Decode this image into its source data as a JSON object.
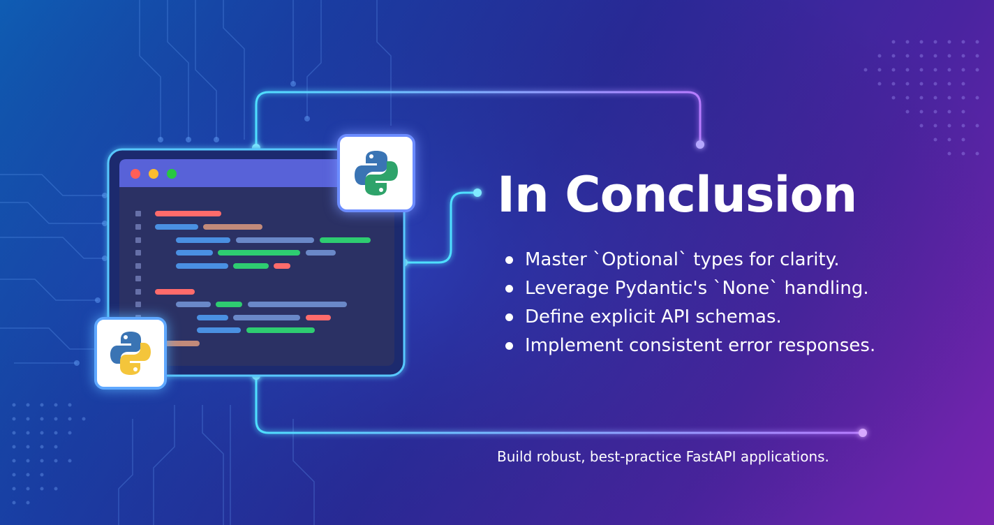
{
  "headline": "In Conclusion",
  "bullets": [
    "Master `Optional` types for clarity.",
    "Leverage Pydantic's `None` handling.",
    "Define explicit API schemas.",
    "Implement consistent error responses."
  ],
  "tagline": "Build robust, best-practice FastAPI applications.",
  "colors": {
    "background_start": "#0f5fb8",
    "background_end": "#7a24b0",
    "neon_cyan": "#4fdfff",
    "neon_purple": "#b77cff",
    "code_red": "#ff6b6b",
    "code_blue": "#4a90e2",
    "code_green": "#2ecc71",
    "code_tan": "#c28a7a"
  },
  "icons": {
    "top_tile": "python-logo-icon",
    "bottom_tile": "python-logo-icon",
    "window_controls": [
      "close-dot",
      "minimize-dot",
      "maximize-dot"
    ]
  }
}
